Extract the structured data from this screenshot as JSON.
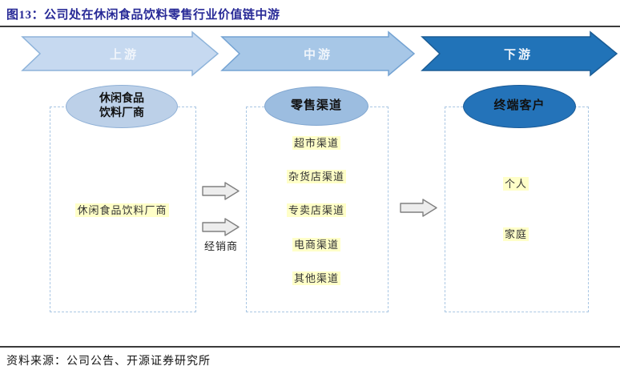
{
  "title": "图13：公司处在休闲食品饮料零售行业价值链中游",
  "stages": [
    {
      "label": "上游"
    },
    {
      "label": "中游"
    },
    {
      "label": "下游"
    }
  ],
  "columns": [
    {
      "header_lines": [
        "休闲食品",
        "饮料厂商"
      ],
      "items": [
        "休闲食品饮料厂商"
      ]
    },
    {
      "header_lines": [
        "零售渠道"
      ],
      "items": [
        "超市渠道",
        "杂货店渠道",
        "专卖店渠道",
        "电商渠道",
        "其他渠道"
      ]
    },
    {
      "header_lines": [
        "终端客户"
      ],
      "items": [
        "个人",
        "家庭"
      ]
    }
  ],
  "connector_label": "经销商",
  "source": "资料来源：公司公告、开源证券研究所",
  "colors": {
    "title_text": "#282a97",
    "stage_fills": [
      "#c6d9f0",
      "#a7c7e7",
      "#2173b8"
    ],
    "stage_strokes": [
      "#8db3da",
      "#74a3d3",
      "#1a5c95"
    ],
    "stage_label_text": "#f0f5fb",
    "ellipse_fills": [
      "#bcd0e8",
      "#9cbde0",
      "#2473b9"
    ],
    "ellipse_strokes": [
      "#8fb0d6",
      "#7fa5cf",
      "#1a5a96"
    ],
    "dashed_box_border": "#a9c6e3",
    "item_highlight": "#ffffc8",
    "gray_arrow_fill": "#ededed",
    "gray_arrow_stroke": "#808080",
    "rule_line": "#3b3b3b"
  }
}
